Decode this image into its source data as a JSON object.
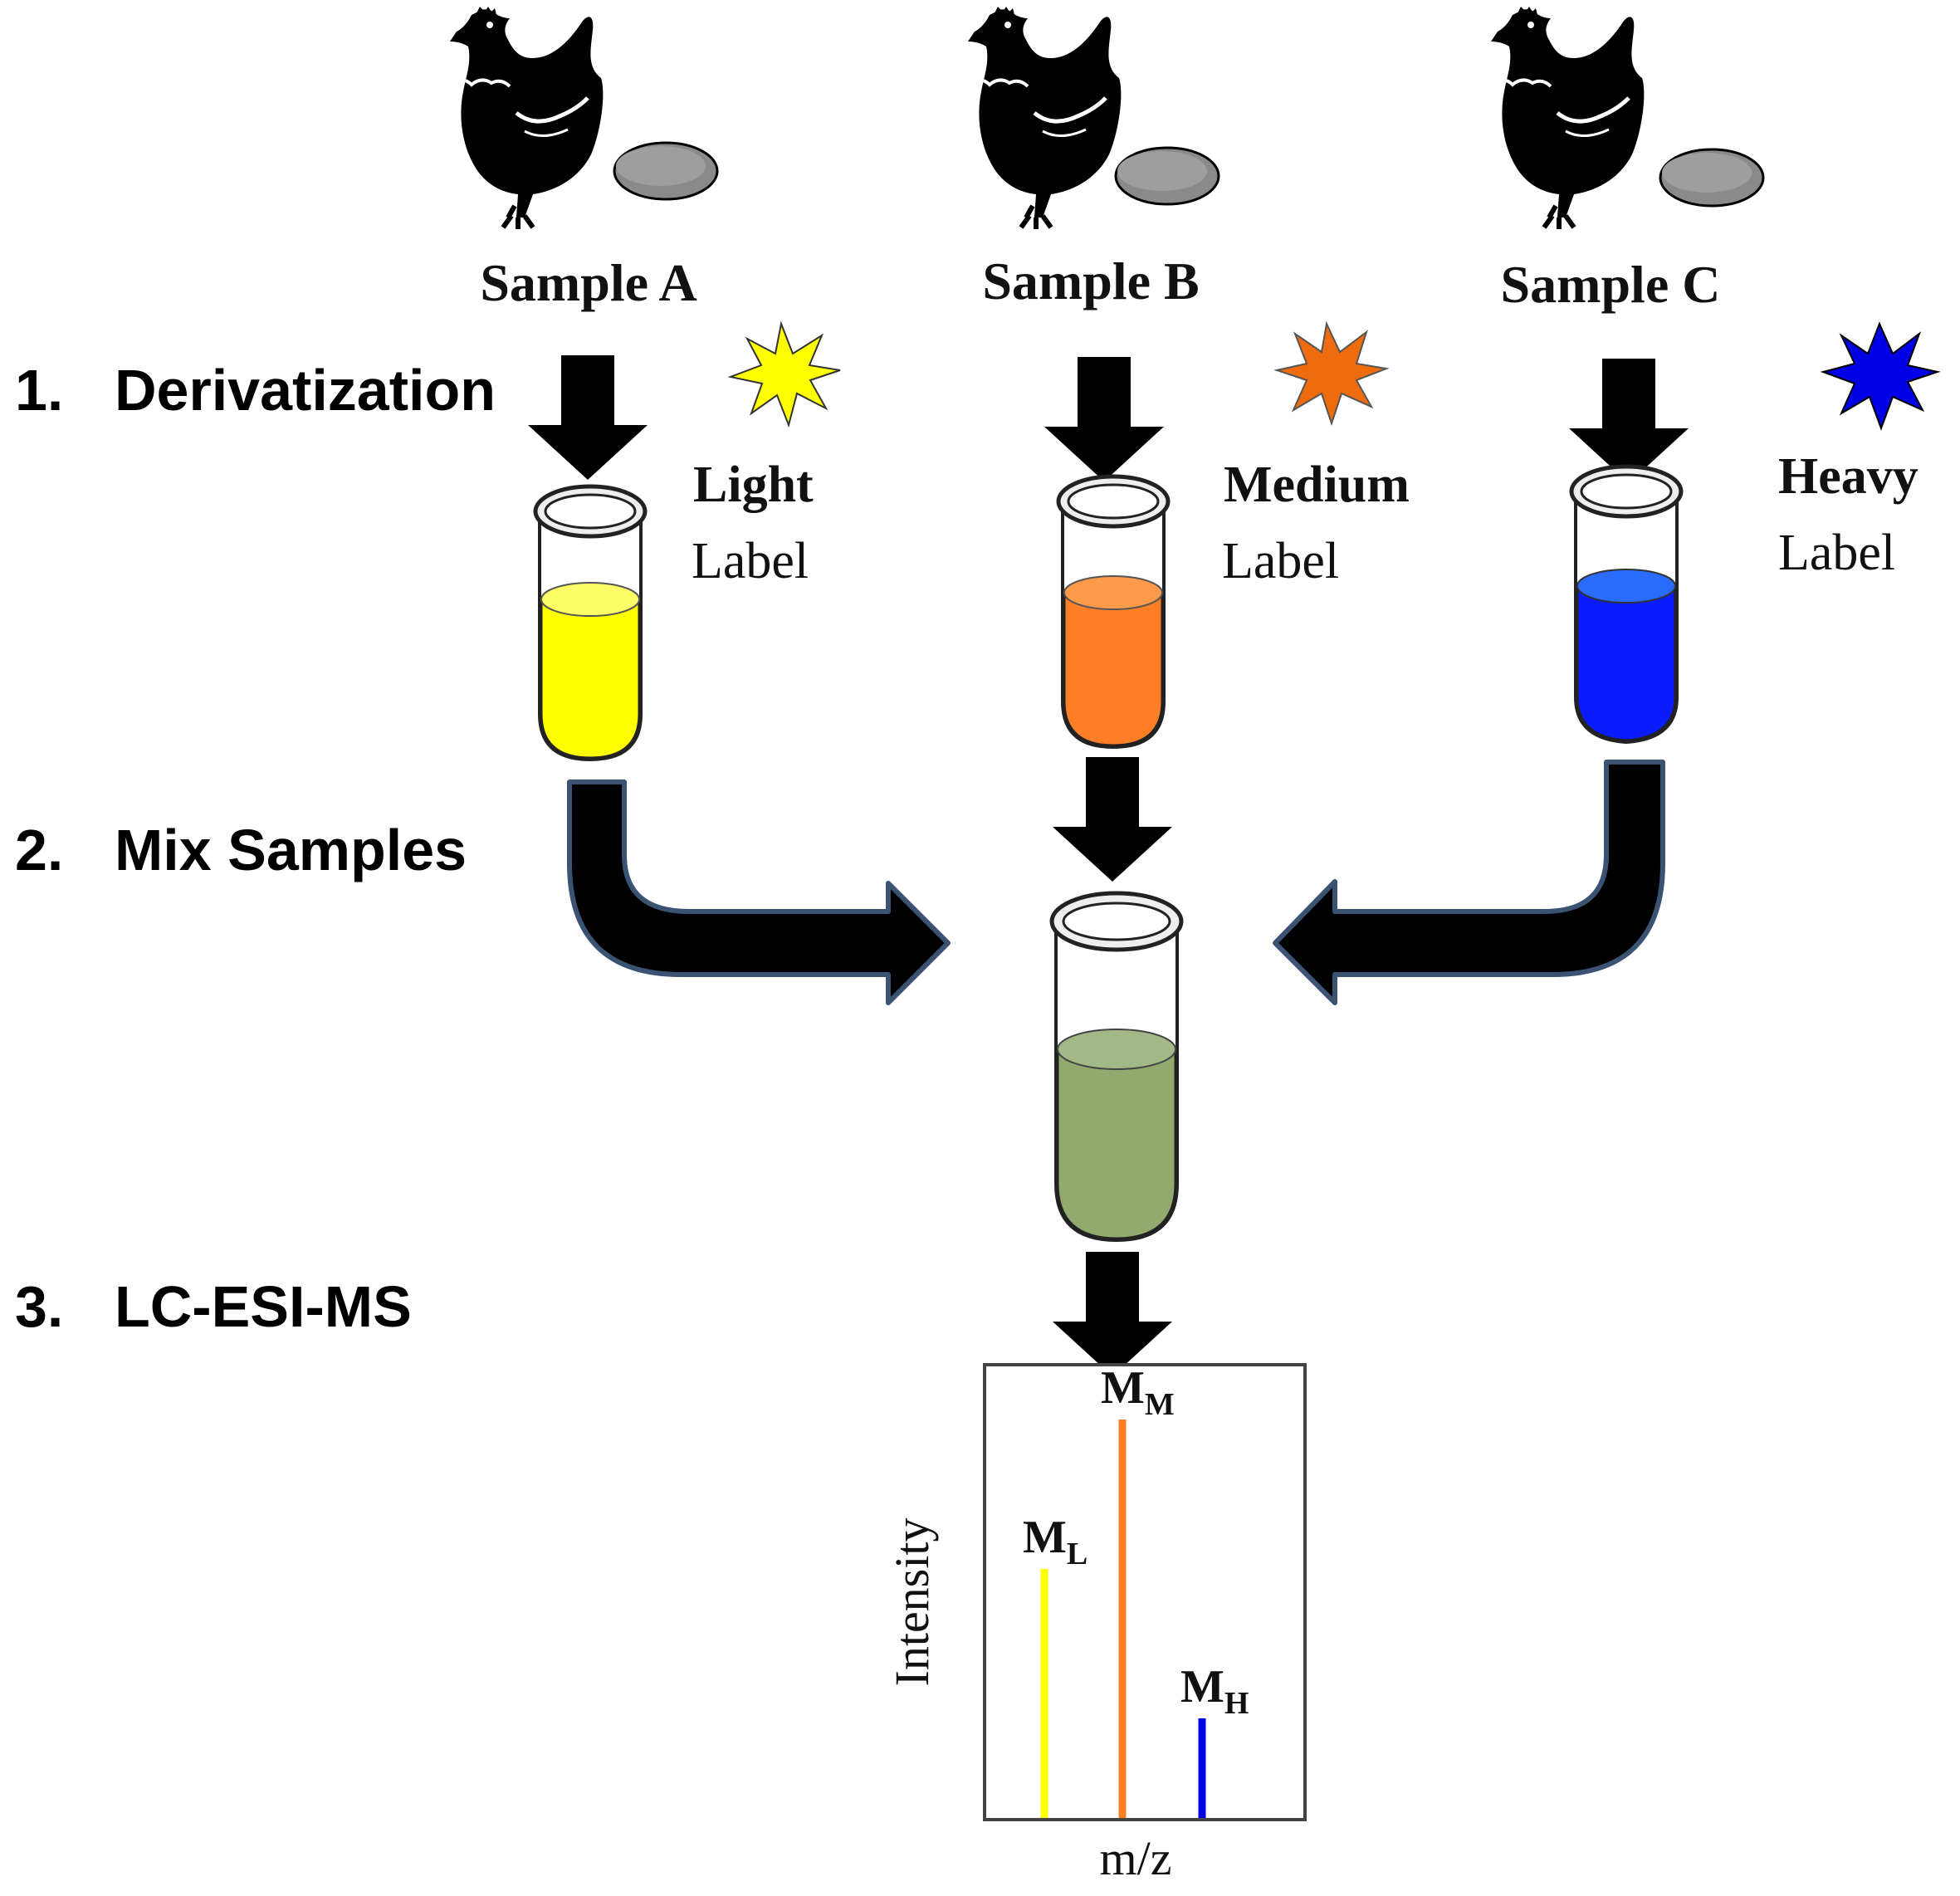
{
  "samples": [
    {
      "name": "Sample A",
      "label_type": "Light",
      "label_word": "Label",
      "color": "#ffff00",
      "star_color": "#ffff00"
    },
    {
      "name": "Sample B",
      "label_type": "Medium",
      "label_word": "Label",
      "color": "#ff7f27",
      "star_color": "#ef6c0e"
    },
    {
      "name": "Sample C",
      "label_type": "Heavy",
      "label_word": "Label",
      "color": "#0a1cff",
      "star_color": "#0000e6"
    }
  ],
  "mix_color": "#93aa6f",
  "steps": [
    {
      "number": "1.",
      "text": "Derivatization"
    },
    {
      "number": "2.",
      "text": "Mix Samples"
    },
    {
      "number": "3.",
      "text": "LC-ESI-MS"
    }
  ],
  "spectrum": {
    "xlabel": "m/z",
    "ylabel": "Intensity",
    "peaks": [
      {
        "label": "M",
        "sub": "L",
        "intensity": 0.5,
        "color": "#ffff00"
      },
      {
        "label": "M",
        "sub": "M",
        "intensity": 0.8,
        "color": "#ff7f27"
      },
      {
        "label": "M",
        "sub": "H",
        "intensity": 0.2,
        "color": "#0000e6"
      }
    ]
  },
  "icons": [
    "hen-icon",
    "egg-icon",
    "starburst-icon",
    "test-tube-icon",
    "down-arrow-icon",
    "bent-arrow-icon"
  ]
}
